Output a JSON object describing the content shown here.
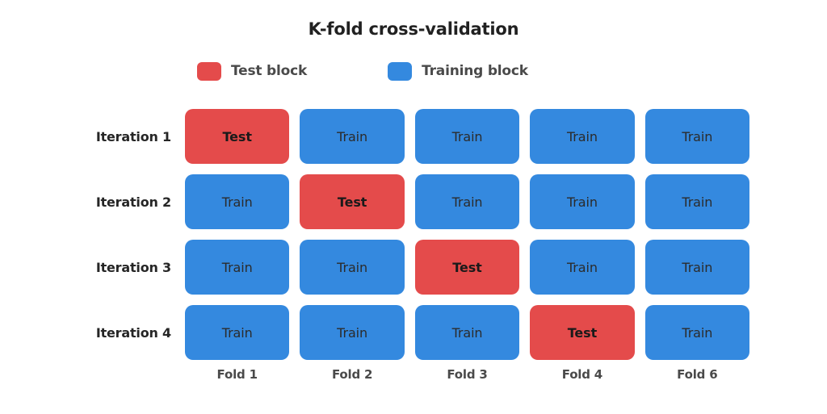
{
  "title": "K-fold cross-validation",
  "colors": {
    "test": "#e44b4b",
    "train": "#3489df",
    "background": "#ffffff",
    "title_text": "#212121",
    "legend_text": "#4a4a4a",
    "row_label_text": "#262626",
    "test_block_text": "#1a1a1a",
    "train_block_text": "#2b2b2b"
  },
  "legend": {
    "items": [
      {
        "label": "Test block",
        "swatch": "test-swatch",
        "color": "#e44b4b"
      },
      {
        "label": "Training block",
        "swatch": "training-swatch",
        "color": "#3489df"
      }
    ]
  },
  "chart_data": {
    "type": "heatmap",
    "title": "K-fold cross-validation",
    "xlabel": "",
    "ylabel": "",
    "grid": false,
    "legend_position": "top",
    "categories": [
      "Fold 1",
      "Fold 2",
      "Fold 3",
      "Fold 4",
      "Fold 6"
    ],
    "rows": [
      "Iteration 1",
      "Iteration 2",
      "Iteration 3",
      "Iteration 4"
    ],
    "cell_labels": [
      [
        "Test",
        "Train",
        "Train",
        "Train",
        "Train"
      ],
      [
        "Train",
        "Test",
        "Train",
        "Train",
        "Train"
      ],
      [
        "Train",
        "Train",
        "Test",
        "Train",
        "Train"
      ],
      [
        "Train",
        "Train",
        "Train",
        "Test",
        "Train"
      ]
    ],
    "values": [
      [
        1,
        0,
        0,
        0,
        0
      ],
      [
        0,
        1,
        0,
        0,
        0
      ],
      [
        0,
        0,
        1,
        0,
        0
      ],
      [
        0,
        0,
        0,
        1,
        0
      ]
    ],
    "value_encoding": {
      "1": "Test",
      "0": "Train"
    },
    "legend_entries": [
      "Test block",
      "Training block"
    ]
  },
  "grid": {
    "rows": [
      {
        "label": "Iteration 1",
        "cells": [
          {
            "label": "Test",
            "kind": "test"
          },
          {
            "label": "Train",
            "kind": "train"
          },
          {
            "label": "Train",
            "kind": "train"
          },
          {
            "label": "Train",
            "kind": "train"
          },
          {
            "label": "Train",
            "kind": "train"
          }
        ]
      },
      {
        "label": "Iteration 2",
        "cells": [
          {
            "label": "Train",
            "kind": "train"
          },
          {
            "label": "Test",
            "kind": "test"
          },
          {
            "label": "Train",
            "kind": "train"
          },
          {
            "label": "Train",
            "kind": "train"
          },
          {
            "label": "Train",
            "kind": "train"
          }
        ]
      },
      {
        "label": "Iteration 3",
        "cells": [
          {
            "label": "Train",
            "kind": "train"
          },
          {
            "label": "Train",
            "kind": "train"
          },
          {
            "label": "Test",
            "kind": "test"
          },
          {
            "label": "Train",
            "kind": "train"
          },
          {
            "label": "Train",
            "kind": "train"
          }
        ]
      },
      {
        "label": "Iteration 4",
        "cells": [
          {
            "label": "Train",
            "kind": "train"
          },
          {
            "label": "Train",
            "kind": "train"
          },
          {
            "label": "Train",
            "kind": "train"
          },
          {
            "label": "Test",
            "kind": "test"
          },
          {
            "label": "Train",
            "kind": "train"
          }
        ]
      }
    ],
    "column_labels": [
      "Fold 1",
      "Fold 2",
      "Fold 3",
      "Fold 4",
      "Fold 6"
    ]
  }
}
